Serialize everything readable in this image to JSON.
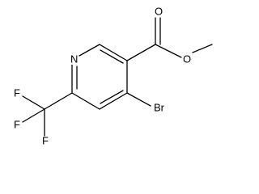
{
  "molecule": {
    "atoms": {
      "nitrogen": "N",
      "carbonyl_oxygen": "O",
      "ester_oxygen": "O",
      "bromine": "Br",
      "fluorine_1": "F",
      "fluorine_2": "F",
      "fluorine_3": "F"
    }
  },
  "colors": {
    "bond": "#000000",
    "label": "#000000",
    "background": "#ffffff"
  }
}
